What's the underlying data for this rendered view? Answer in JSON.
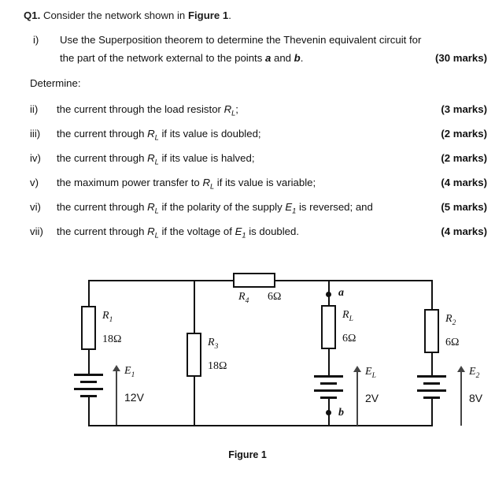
{
  "question": {
    "number": "Q1.",
    "intro_before": "Consider the network shown in ",
    "intro_figure": "Figure 1",
    "intro_after": ".",
    "determine_label": "Determine:",
    "items": [
      {
        "numeral": "i)",
        "text_line1": "Use the Superposition theorem to determine the Thevenin equivalent circuit for",
        "text_line2_a": "the part of the network external to the points ",
        "text_line2_b": "a",
        "text_line2_c": " and ",
        "text_line2_d": "b",
        "text_line2_e": ".",
        "marks": "(30 marks)"
      },
      {
        "numeral": "ii)",
        "text_a": "the current through the load resistor ",
        "sym": "R",
        "sub": "L",
        "text_b": ";",
        "marks": "(3 marks)"
      },
      {
        "numeral": "iii)",
        "text_a": "the current through ",
        "sym": "R",
        "sub": "L",
        "text_b": " if its value is doubled;",
        "marks": "(2 marks)"
      },
      {
        "numeral": "iv)",
        "text_a": "the current through ",
        "sym": "R",
        "sub": "L",
        "text_b": " if its value is halved;",
        "marks": "(2 marks)"
      },
      {
        "numeral": "v)",
        "text_a": "the maximum power transfer to ",
        "sym": "R",
        "sub": "L",
        "text_b": " if its value is variable;",
        "marks": "(4 marks)"
      },
      {
        "numeral": "vi)",
        "text_a": "the current through ",
        "sym": "R",
        "sub": "L",
        "text_b": " if the polarity of the supply ",
        "sym2": "E",
        "sub2": "1",
        "text_c": " is reversed; and",
        "marks": "(5 marks)"
      },
      {
        "numeral": "vii)",
        "text_a": "the current through ",
        "sym": "R",
        "sub": "L",
        "text_b": " if the voltage of ",
        "sym2": "E",
        "sub2": "1",
        "text_c": " is doubled.",
        "marks": "(4 marks)"
      }
    ]
  },
  "figure": {
    "caption": "Figure 1",
    "components": {
      "r1": {
        "name": "R",
        "sub": "1",
        "value": "18Ω"
      },
      "r3": {
        "name": "R",
        "sub": "3",
        "value": "18Ω"
      },
      "r4": {
        "name": "R",
        "sub": "4",
        "value": "6Ω"
      },
      "rl": {
        "name": "R",
        "sub": "L",
        "value": "6Ω"
      },
      "r2": {
        "name": "R",
        "sub": "2",
        "value": "6Ω"
      },
      "e1": {
        "name": "E",
        "sub": "1",
        "value": "12V"
      },
      "el": {
        "name": "E",
        "sub": "L",
        "value": "2V"
      },
      "e2": {
        "name": "E",
        "sub": "2",
        "value": "8V"
      }
    },
    "nodes": {
      "a": "a",
      "b": "b"
    }
  },
  "colors": {
    "ink": "#111111",
    "paper": "#ffffff",
    "arrow": "#444444"
  }
}
